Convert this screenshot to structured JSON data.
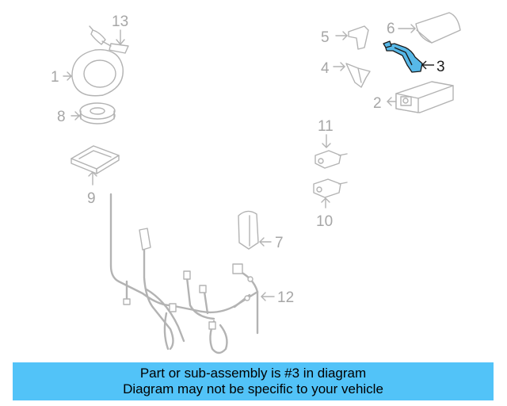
{
  "diagram": {
    "callouts": {
      "c1": "1",
      "c2": "2",
      "c3": "3",
      "c4": "4",
      "c5": "5",
      "c6": "6",
      "c7": "7",
      "c8": "8",
      "c9": "9",
      "c10": "10",
      "c11": "11",
      "c12": "12",
      "c13": "13"
    },
    "highlighted_part": "3",
    "colors": {
      "highlight_fill": "#57b8e8",
      "line_gray": "#b3b3b3",
      "banner": "#52c3f8"
    }
  },
  "banner": {
    "line1": "Part or sub-assembly is #3 in diagram",
    "line2": "Diagram may not be specific to your vehicle"
  }
}
